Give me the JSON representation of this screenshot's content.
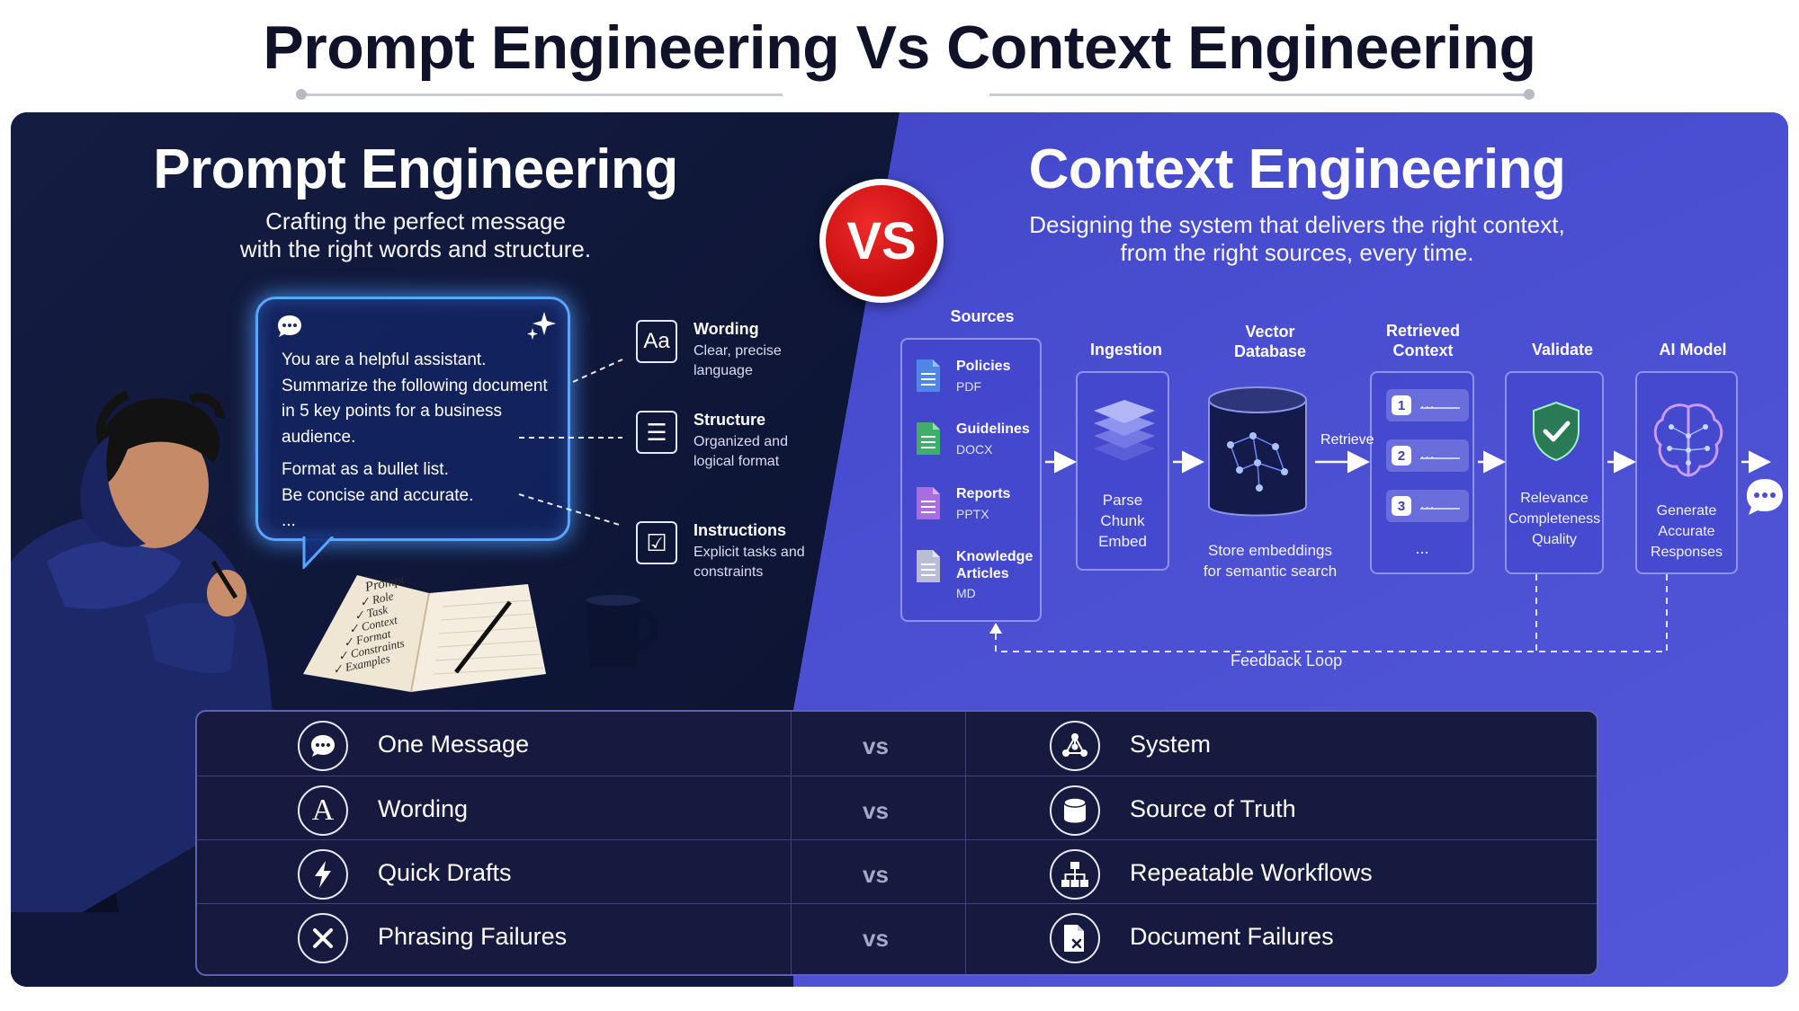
{
  "header": {
    "title": "Prompt Engineering Vs Context Engineering"
  },
  "left": {
    "title": "Prompt Engineering",
    "subtitle_line1": "Crafting the perfect message",
    "subtitle_line2": "with the right words and structure.",
    "chat_lines": [
      "You are a helpful assistant.",
      "Summarize the following document",
      "in 5 key points for a business",
      "audience.",
      "Format as a bullet list.",
      "Be concise and accurate.",
      "..."
    ],
    "notebook_lines": [
      "Prompt",
      "✓ Role",
      "✓ Task",
      "✓ Context",
      "✓ Format",
      "✓ Constraints",
      "✓ Examples"
    ],
    "features": [
      {
        "icon_text": "Aa",
        "icon": "font-icon",
        "name": "Wording",
        "desc": "Clear, precise language"
      },
      {
        "icon_text": "☰",
        "icon": "list-icon",
        "name": "Structure",
        "desc": "Organized and logical format"
      },
      {
        "icon_text": "☑",
        "icon": "checklist-icon",
        "name": "Instructions",
        "desc": "Explicit tasks and constraints"
      }
    ]
  },
  "vs_badge": "VS",
  "right": {
    "title": "Context Engineering",
    "subtitle_line1": "Designing the system that delivers the right context,",
    "subtitle_line2": "from the right sources, every time.",
    "stages": {
      "sources": "Sources",
      "ingestion": "Ingestion",
      "vector_db_line1": "Vector",
      "vector_db_line2": "Database",
      "retrieved_line1": "Retrieved",
      "retrieved_line2": "Context",
      "validate": "Validate",
      "ai_model": "AI Model"
    },
    "sources": [
      {
        "name": "Policies",
        "type": "PDF",
        "color": "#4f86e8"
      },
      {
        "name": "Guidelines",
        "type": "DOCX",
        "color": "#3fae6a"
      },
      {
        "name": "Reports",
        "type": "PPTX",
        "color": "#a86ee0"
      },
      {
        "name": "Knowledge Articles",
        "type": "MD",
        "color": "#b9bdd6"
      }
    ],
    "ingestion_steps": [
      "Parse",
      "Chunk",
      "Embed"
    ],
    "vector_caption_line1": "Store embeddings",
    "vector_caption_line2": "for semantic search",
    "retrieve_label": "Retrieve",
    "retrieved_items": [
      "1",
      "2",
      "3"
    ],
    "retrieved_dots": "...",
    "retrieved_more": "...",
    "validate_checks": [
      "Relevance",
      "Completeness",
      "Quality"
    ],
    "ai_output_lines": [
      "Generate",
      "Accurate",
      "Responses"
    ],
    "feedback_label": "Feedback Loop"
  },
  "comparison": {
    "vs_label": "vs",
    "rows": [
      {
        "left": "One Message",
        "left_icon": "chat-bubble-icon",
        "right": "System",
        "right_icon": "network-icon"
      },
      {
        "left": "Wording",
        "left_icon": "letter-a-icon",
        "right": "Source of Truth",
        "right_icon": "database-icon"
      },
      {
        "left": "Quick Drafts",
        "left_icon": "lightning-icon",
        "right": "Repeatable Workflows",
        "right_icon": "workflow-icon"
      },
      {
        "left": "Phrasing Failures",
        "left_icon": "x-icon",
        "right": "Document Failures",
        "right_icon": "document-error-icon"
      }
    ]
  },
  "colors": {
    "left_bg": "#0f1736",
    "right_bg": "#4a4fd0",
    "vs_red": "#d31414",
    "glow_blue": "#59a6ff"
  }
}
